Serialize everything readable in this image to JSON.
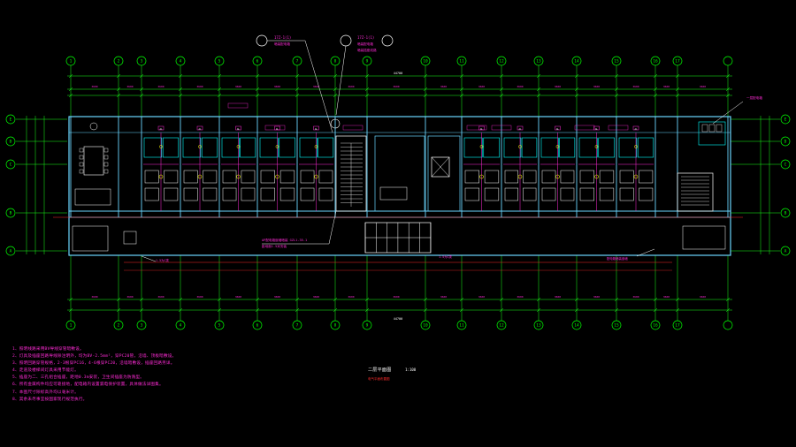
{
  "drawing": {
    "colors": {
      "background": "#000000",
      "axis": "#19ff19",
      "wall": "#6ad6ff",
      "cyan": "#00ffff",
      "magenta": "#ff2bd6",
      "white": "#ffffff",
      "red": "#ff2b2b",
      "yellow": "#ffff00",
      "grid_bubble": "#00ff00"
    },
    "top_axes": [
      "1",
      "2",
      "3",
      "4",
      "5",
      "6",
      "7",
      "8",
      "9",
      "10",
      "11",
      "12",
      "13",
      "14",
      "15",
      "16",
      "17"
    ],
    "bottom_axes": [
      "1",
      "2",
      "3",
      "4",
      "5",
      "6",
      "7",
      "8",
      "9",
      "10",
      "11",
      "12",
      "13",
      "14",
      "15",
      "16",
      "17"
    ],
    "side_axes": [
      "E",
      "D",
      "C",
      "B",
      "A"
    ],
    "callout_left": [
      "17Z-1(1)",
      "暗装配电箱",
      "暗装插座线路"
    ],
    "callout_right": [
      "17Z-1(1)",
      "暗装配电箱",
      "暗装插座线路"
    ],
    "callout_mid_left": "AP配电箱嵌墙暗装 GZL1-35-1",
    "callout_mid_left_2": "距地面1.5米安装",
    "callout_bottom_center": "1-5为C类",
    "callout_bottom_right": "配电箱暗装嵌墙",
    "right_callout": "一层配电箱",
    "total_dim": "44700",
    "notes": [
      "1、照明线路采用BV导线穿管暗敷设。",
      "2、灯具及插座回路导线除注明外，均为BV-2.5mm²，穿PC20管，沿墙、顶板暗敷设。",
      "3、照明回路穿管规格，2-3根穿PC16，4-6根穿PC20，沿墙暗敷设，插座回路另详。",
      "4、走道及楼梯间灯具采用节能灯。",
      "5、插座为二、三孔组合插座，距地0.3m安装，卫生间插座为防溅型。",
      "6、所有金属构件均应可靠接地，配电箱内设置漏电保护装置，具体做法详图集。",
      "7、本图尺寸除标高外均以毫米计。",
      "8、其余未尽事宜按国家现行规范执行。"
    ],
    "title": "二层平面图",
    "scale": "1:100",
    "subtitle": "电气平面布置图"
  }
}
